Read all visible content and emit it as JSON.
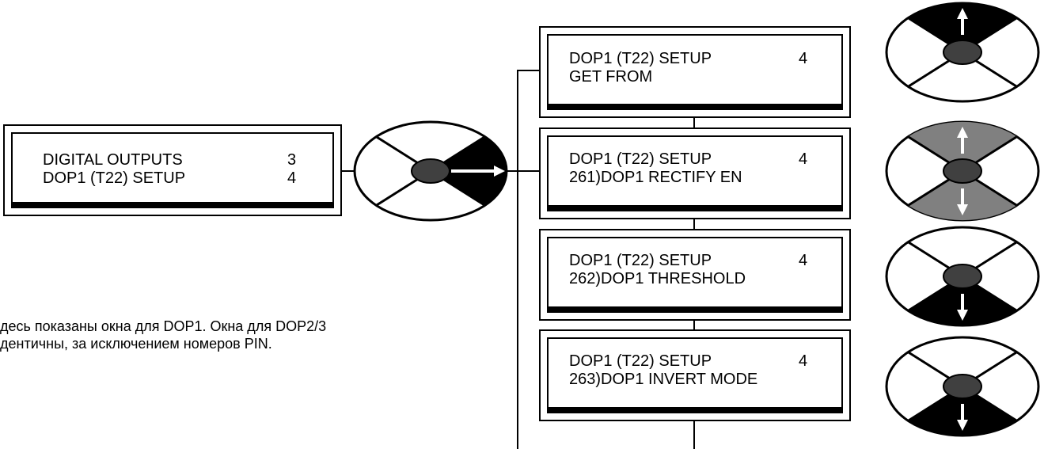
{
  "menu_box": {
    "line1": "DIGITAL OUTPUTS",
    "line1_num": "3",
    "line2": "DOP1 (T22) SETUP",
    "line2_num": "4"
  },
  "sub_boxes": [
    {
      "line1": "DOP1 (T22) SETUP",
      "line1_num": "4",
      "line2": "GET FROM"
    },
    {
      "line1": "DOP1 (T22) SETUP",
      "line1_num": "4",
      "line2": "261)DOP1 RECTIFY EN"
    },
    {
      "line1": "DOP1 (T22) SETUP",
      "line1_num": "4",
      "line2": "262)DOP1 THRESHOLD"
    },
    {
      "line1": "DOP1 (T22) SETUP",
      "line1_num": "4",
      "line2": "263)DOP1 INVERT MODE"
    }
  ],
  "note": {
    "line1": "десь показаны окна для DOP1. Окна для DOP2/3",
    "line2": "дентичны, за исключением номеров PIN."
  },
  "keypads": [
    {
      "name": "right-key",
      "active": [
        "right"
      ],
      "style": "black"
    },
    {
      "name": "up-key",
      "active": [
        "up"
      ],
      "style": "black"
    },
    {
      "name": "up-down-keys",
      "active": [
        "up",
        "down"
      ],
      "style": "grey"
    },
    {
      "name": "down-key",
      "active": [
        "down"
      ],
      "style": "black"
    },
    {
      "name": "down-key",
      "active": [
        "down"
      ],
      "style": "black"
    }
  ],
  "colors": {
    "line": "#000000",
    "active_black": "#000000",
    "active_grey": "#808080"
  }
}
